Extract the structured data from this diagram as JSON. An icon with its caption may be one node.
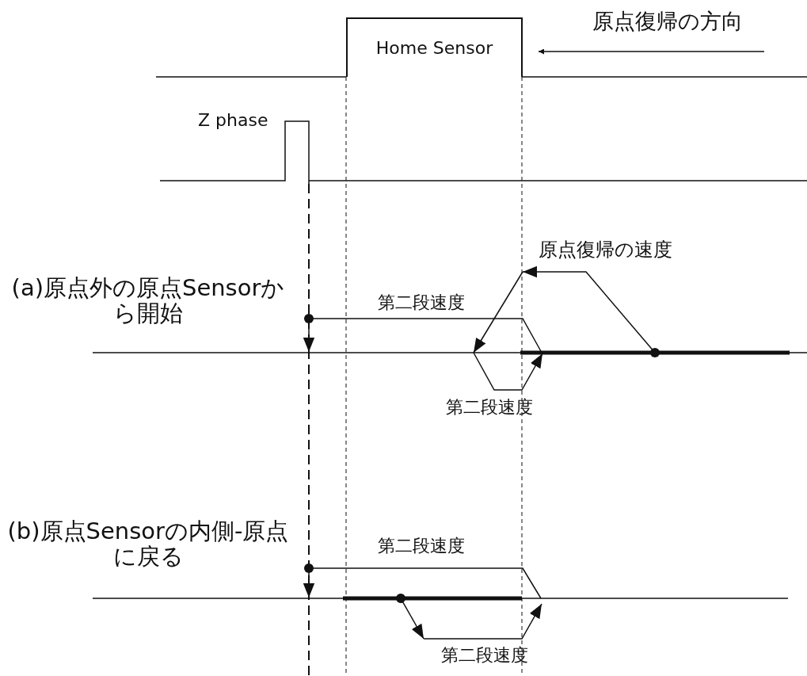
{
  "diagram": {
    "nodes": [
      {
        "text": [
          "Home Sensor"
        ]
      }
    ],
    "labels": [
      "原点復帰の方向",
      "Z phase",
      "(a)原点外の原点Sensorから開始",
      "原点復帰の速度",
      "第二段速度",
      "第二段速度",
      "(b)原点Sensorの内側-原点に戻る",
      "第二段速度",
      "第二段速度"
    ]
  }
}
